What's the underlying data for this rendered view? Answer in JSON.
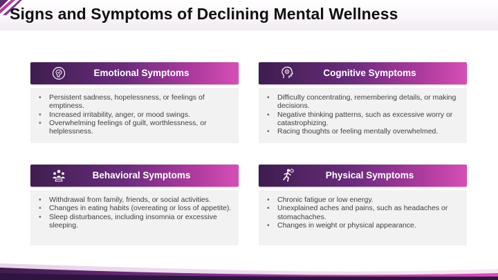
{
  "title": "Signs and Symptoms of Declining Mental Wellness",
  "accent_colors": {
    "dark": "#3e1d4f",
    "mid": "#6a2c7c",
    "light": "#d64fb5"
  },
  "cards": [
    {
      "icon": "brain-head-icon",
      "title": "Emotional Symptoms",
      "items": [
        "Persistent sadness, hopelessness, or feelings of emptiness.",
        "Increased irritability, anger, or mood swings.",
        "Overwhelming feelings of guilt, worthlessness, or helplessness."
      ]
    },
    {
      "icon": "head-gear-icon",
      "title": "Cognitive Symptoms",
      "items": [
        "Difficulty concentrating, remembering details, or making decisions.",
        "Negative thinking patterns, such as excessive worry or catastrophizing.",
        "Racing thoughts or feeling mentally overwhelmed."
      ]
    },
    {
      "icon": "people-group-icon",
      "title": "Behavioral Symptoms",
      "items": [
        "Withdrawal from family, friends, or social activities.",
        "Changes in eating habits (overeating or loss of appetite).",
        "Sleep disturbances, including insomnia or excessive sleeping."
      ]
    },
    {
      "icon": "running-person-icon",
      "title": "Physical Symptoms",
      "items": [
        "Chronic fatigue or low energy.",
        "Unexplained aches and pains, such as headaches or stomachaches.",
        "Changes in weight or physical appearance."
      ]
    }
  ]
}
